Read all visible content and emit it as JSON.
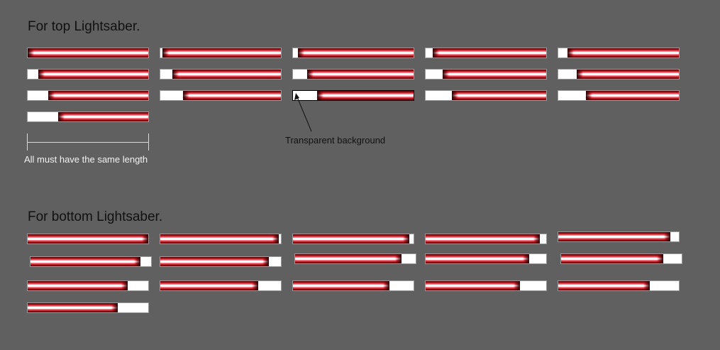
{
  "headings": {
    "top": "For top Lightsaber.",
    "bottom": "For bottom Lightsaber."
  },
  "annotations": {
    "measure_label": "All must have the same length",
    "transparent_label": "Transparent background"
  },
  "colors": {
    "background": "#606060",
    "blade_red": "#d41a25",
    "blade_core": "#ffffff",
    "empty_area": "#ffffff",
    "frame_border": "#9a9a9a"
  },
  "top_frames": {
    "description": "Blade anchored right; transparent (white) area grows from the left",
    "empty_fraction": [
      0.0,
      0.02,
      0.04,
      0.06,
      0.075,
      0.09,
      0.1,
      0.12,
      0.14,
      0.155,
      0.17,
      0.19,
      0.2,
      0.215,
      0.23,
      0.25
    ],
    "highlighted_index": 12
  },
  "bottom_frames": {
    "description": "Blade anchored left; transparent (white) area grows from the right",
    "empty_fraction": [
      0.0,
      0.02,
      0.035,
      0.05,
      0.07,
      0.09,
      0.1,
      0.12,
      0.14,
      0.155,
      0.17,
      0.19,
      0.2,
      0.22,
      0.24,
      0.25
    ]
  }
}
